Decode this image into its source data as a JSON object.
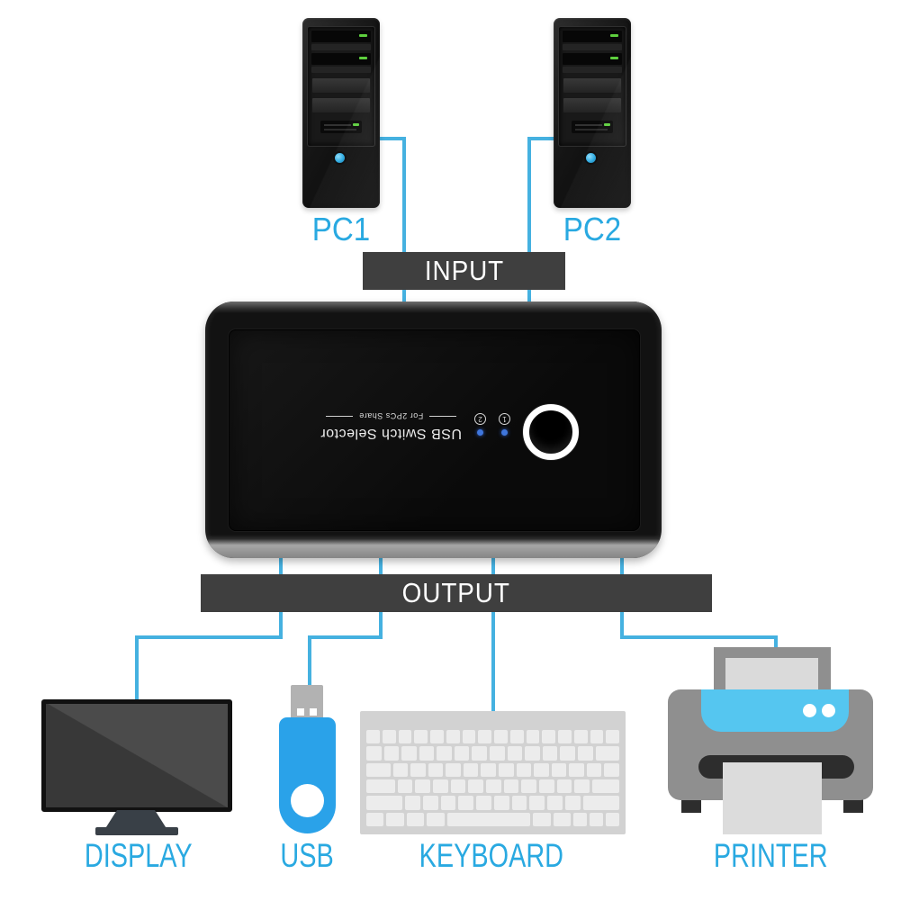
{
  "colors": {
    "label_blue": "#29a9e1",
    "wire_blue": "#45b1e0",
    "bar_gray": "#3f3f3f",
    "bar_text": "#ffffff",
    "usb_blue": "#2aa2e9",
    "printer_panel_blue": "#55c6f0",
    "led_green": "#5ecf3e",
    "port_led_blue": "#3f76dd"
  },
  "input_section": {
    "bar_label": "INPUT",
    "pcs": [
      {
        "label": "PC1"
      },
      {
        "label": "PC2"
      }
    ]
  },
  "switch_device": {
    "title": "USB Switch Selector",
    "subtitle": "For 2PCs Share",
    "ports": [
      {
        "number": "1"
      },
      {
        "number": "2"
      }
    ]
  },
  "output_section": {
    "bar_label": "OUTPUT",
    "devices": [
      {
        "label": "DISPLAY"
      },
      {
        "label": "USB"
      },
      {
        "label": "KEYBOARD"
      },
      {
        "label": "PRINTER"
      }
    ]
  }
}
